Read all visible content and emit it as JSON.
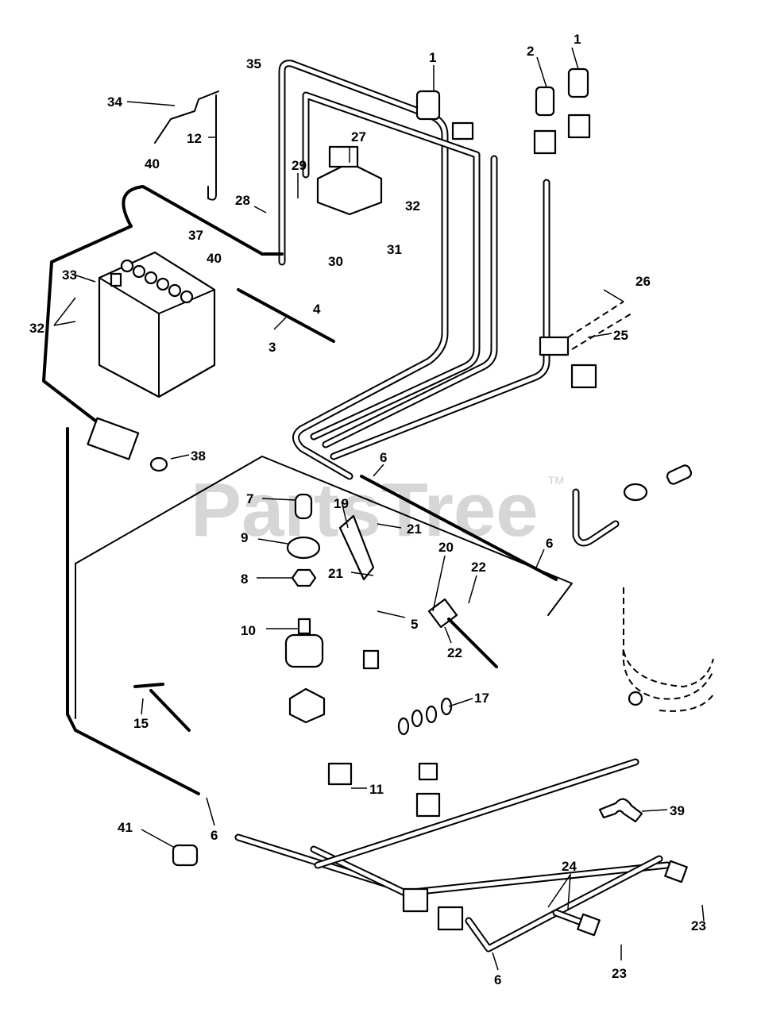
{
  "watermark": {
    "text": "PartsTree",
    "trademark": "TM"
  },
  "callouts": [
    {
      "id": "c1a",
      "label": "1"
    },
    {
      "id": "c1b",
      "label": "1"
    },
    {
      "id": "c2",
      "label": "2"
    },
    {
      "id": "c35",
      "label": "35"
    },
    {
      "id": "c34",
      "label": "34"
    },
    {
      "id": "c12",
      "label": "12"
    },
    {
      "id": "c27",
      "label": "27"
    },
    {
      "id": "c40a",
      "label": "40"
    },
    {
      "id": "c29",
      "label": "29"
    },
    {
      "id": "c28",
      "label": "28"
    },
    {
      "id": "c32a",
      "label": "32"
    },
    {
      "id": "c37",
      "label": "37"
    },
    {
      "id": "c31",
      "label": "31"
    },
    {
      "id": "c30",
      "label": "30"
    },
    {
      "id": "c40b",
      "label": "40"
    },
    {
      "id": "c33",
      "label": "33"
    },
    {
      "id": "c4",
      "label": "4"
    },
    {
      "id": "c32b",
      "label": "32"
    },
    {
      "id": "c3",
      "label": "3"
    },
    {
      "id": "c26",
      "label": "26"
    },
    {
      "id": "c25",
      "label": "25"
    },
    {
      "id": "c38",
      "label": "38"
    },
    {
      "id": "c6a",
      "label": "6"
    },
    {
      "id": "c7",
      "label": "7"
    },
    {
      "id": "c19",
      "label": "19"
    },
    {
      "id": "c21a",
      "label": "21"
    },
    {
      "id": "c9",
      "label": "9"
    },
    {
      "id": "c20",
      "label": "20"
    },
    {
      "id": "c6b",
      "label": "6"
    },
    {
      "id": "c8",
      "label": "8"
    },
    {
      "id": "c21b",
      "label": "21"
    },
    {
      "id": "c22a",
      "label": "22"
    },
    {
      "id": "c10",
      "label": "10"
    },
    {
      "id": "c5",
      "label": "5"
    },
    {
      "id": "c22b",
      "label": "22"
    },
    {
      "id": "c17",
      "label": "17"
    },
    {
      "id": "c15",
      "label": "15"
    },
    {
      "id": "c11",
      "label": "11"
    },
    {
      "id": "c39",
      "label": "39"
    },
    {
      "id": "c41",
      "label": "41"
    },
    {
      "id": "c6c",
      "label": "6"
    },
    {
      "id": "c24",
      "label": "24"
    },
    {
      "id": "c23a",
      "label": "23"
    },
    {
      "id": "c23b",
      "label": "23"
    },
    {
      "id": "c6d",
      "label": "6"
    }
  ]
}
